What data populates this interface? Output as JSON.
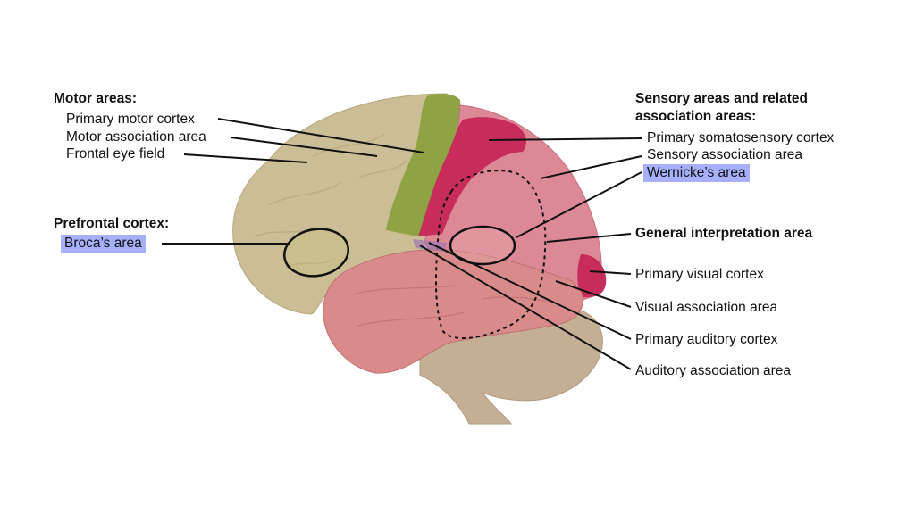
{
  "motor": {
    "heading": "Motor areas:",
    "items": [
      "Primary motor cortex",
      "Motor association area",
      "Frontal eye field"
    ]
  },
  "prefrontal": {
    "heading": "Prefrontal cortex:",
    "broca": "Broca’s area"
  },
  "sensory": {
    "heading_line1": "Sensory areas and related",
    "heading_line2": "association areas:",
    "items": [
      "Primary somatosensory cortex",
      "Sensory association area"
    ],
    "wernicke": "Wernicke’s area"
  },
  "right": {
    "general": "General interpretation area",
    "items": [
      "Primary visual cortex",
      "Visual association area",
      "Primary auditory cortex",
      "Auditory association area"
    ]
  },
  "colors": {
    "frontal": "#cbbd95",
    "motor_strip": "#8fa345",
    "somatosensory": "#c82c5a",
    "association": "#dc8896",
    "temporal": "#d98a8a",
    "cerebellum": "#c4ae94",
    "highlight": "#a7b0ff"
  }
}
